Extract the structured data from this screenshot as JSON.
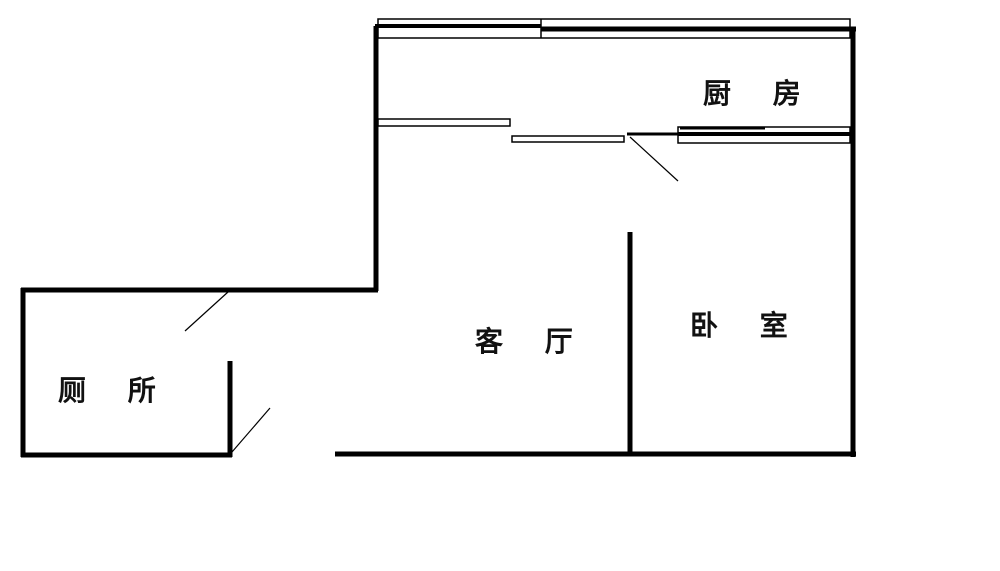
{
  "rooms": {
    "kitchen": "厨 房",
    "living_room": "客 厅",
    "bedroom": "卧 室",
    "toilet": "厕 所"
  },
  "colors": {
    "wall": "#000000",
    "background": "#ffffff"
  }
}
